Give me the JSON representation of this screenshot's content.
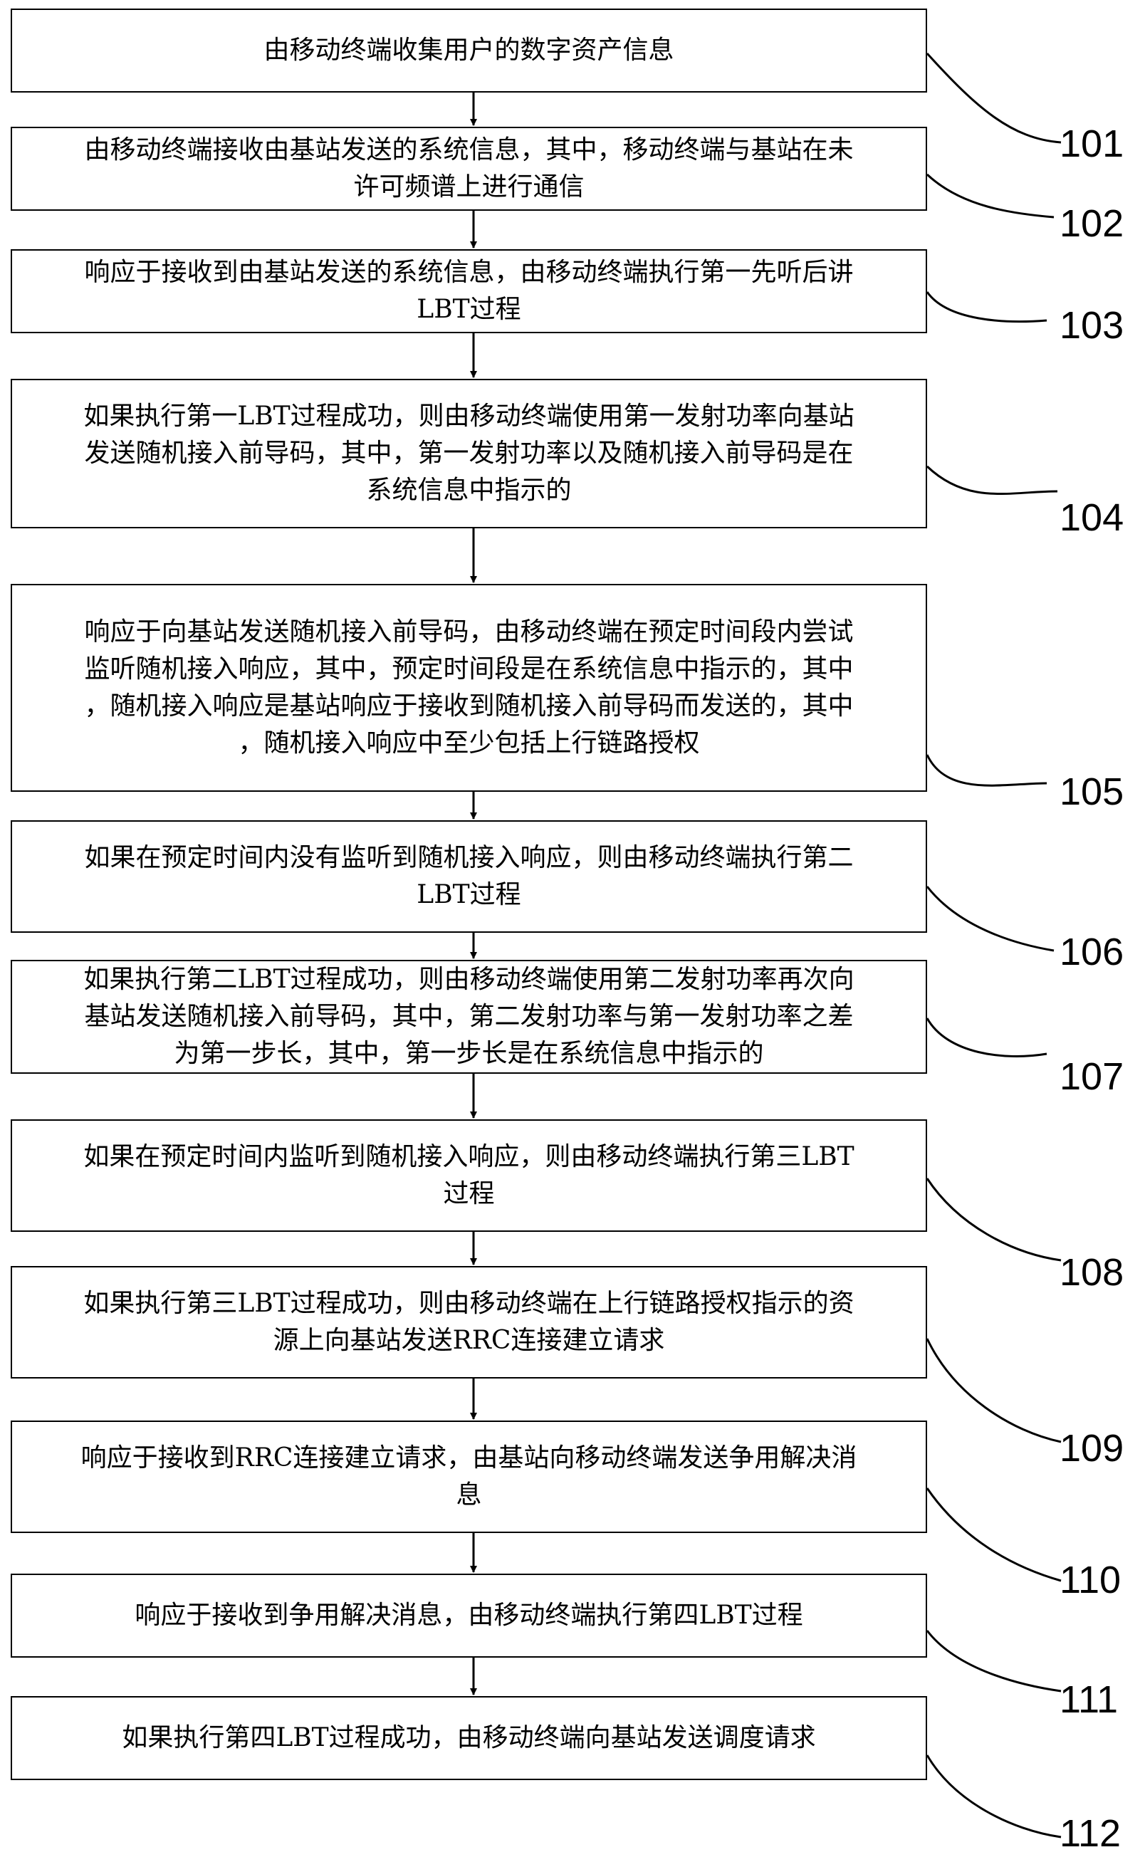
{
  "steps": [
    {
      "number": "101",
      "text": "由移动终端收集用户的数字资产信息"
    },
    {
      "number": "102",
      "text": "由移动终端接收由基站发送的系统信息，其中，移动终端与基站在未\n许可频谱上进行通信"
    },
    {
      "number": "103",
      "text": "响应于接收到由基站发送的系统信息，由移动终端执行第一先听后讲\nLBT过程"
    },
    {
      "number": "104",
      "text": "如果执行第一LBT过程成功，则由移动终端使用第一发射功率向基站\n发送随机接入前导码，其中，第一发射功率以及随机接入前导码是在\n系统信息中指示的"
    },
    {
      "number": "105",
      "text": "响应于向基站发送随机接入前导码，由移动终端在预定时间段内尝试\n监听随机接入响应，其中，预定时间段是在系统信息中指示的，其中\n，随机接入响应是基站响应于接收到随机接入前导码而发送的，其中\n，随机接入响应中至少包括上行链路授权"
    },
    {
      "number": "106",
      "text": "如果在预定时间内没有监听到随机接入响应，则由移动终端执行第二\nLBT过程"
    },
    {
      "number": "107",
      "text": "如果执行第二LBT过程成功，则由移动终端使用第二发射功率再次向\n基站发送随机接入前导码，其中，第二发射功率与第一发射功率之差\n为第一步长，其中，第一步长是在系统信息中指示的"
    },
    {
      "number": "108",
      "text": "如果在预定时间内监听到随机接入响应，则由移动终端执行第三LBT\n过程"
    },
    {
      "number": "109",
      "text": "如果执行第三LBT过程成功，则由移动终端在上行链路授权指示的资\n源上向基站发送RRC连接建立请求"
    },
    {
      "number": "110",
      "text": "响应于接收到RRC连接建立请求，由基站向移动终端发送争用解决消\n息"
    },
    {
      "number": "111",
      "text": "响应于接收到争用解决消息，由移动终端执行第四LBT过程"
    },
    {
      "number": "112",
      "text": "如果执行第四LBT过程成功，由移动终端向基站发送调度请求"
    }
  ]
}
